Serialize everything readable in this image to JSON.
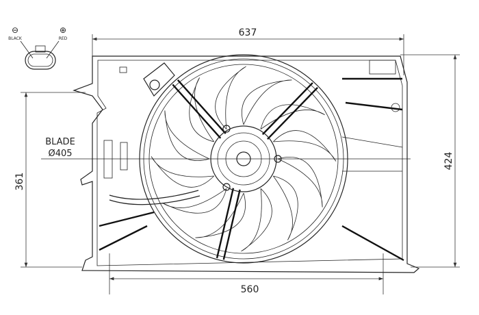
{
  "dimensions": {
    "width_top": "637",
    "height_right": "424",
    "height_left": "361",
    "width_bottom": "560"
  },
  "blade": {
    "label": "BLADE",
    "diameter": "Ø405"
  },
  "connector": {
    "negative_symbol": "⊖",
    "negative_label": "BLACK",
    "positive_symbol": "⊕",
    "positive_label": "RED"
  },
  "fan": {
    "blade_count": 12
  }
}
